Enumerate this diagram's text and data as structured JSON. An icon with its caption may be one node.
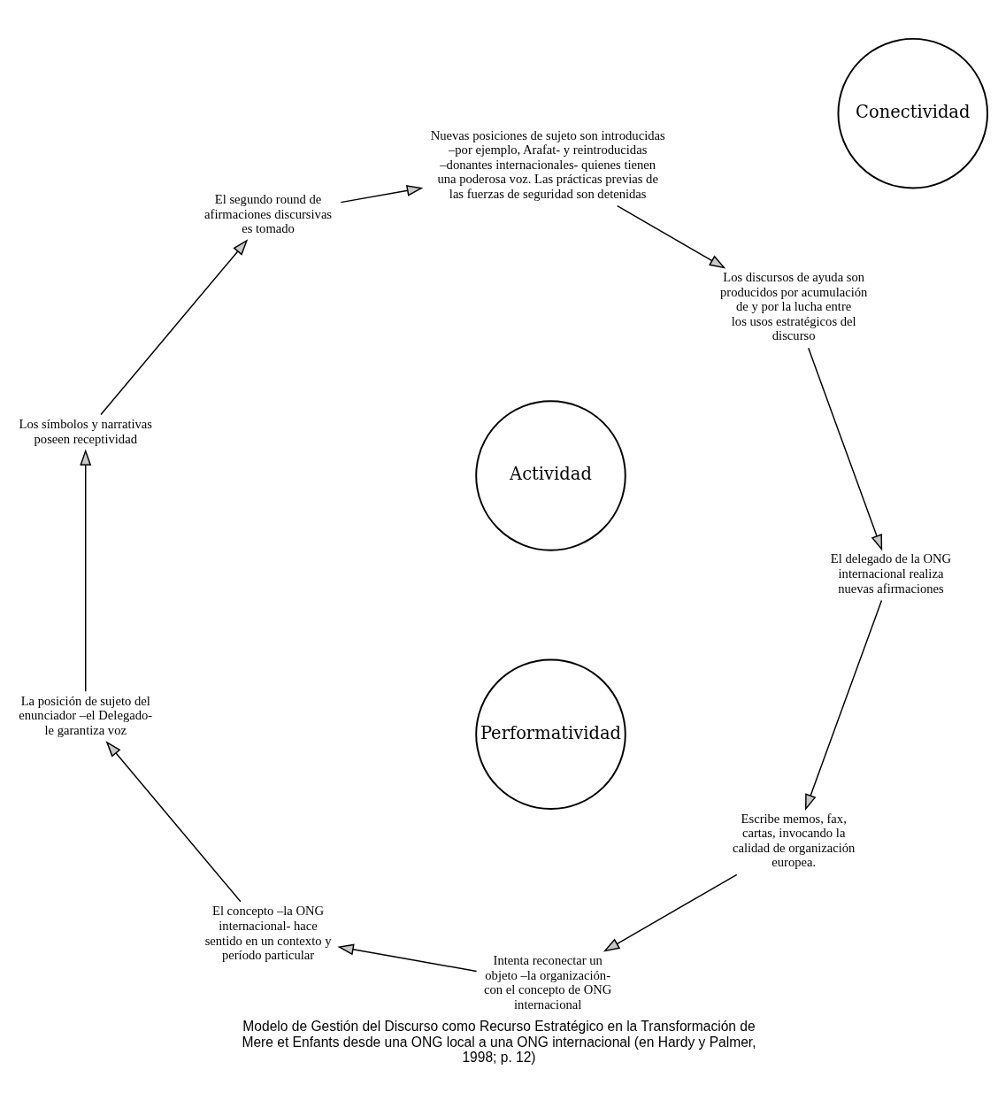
{
  "diagram": {
    "caption": "Modelo de Gestión del Discurso como Recurso Estratégico en la Transformación de Mere et Enfants desde una ONG local a una ONG internacional (en Hardy y Palmer, 1998; p. 12)",
    "nodes": [
      {
        "text": [
          "Escribe memos, fax, cartas, invocando la calidad de organización europea."
        ]
      },
      {
        "text": [
          "El concepto –la ONG internacional- hace sentido en un contexto y período particular"
        ]
      },
      {
        "text": [
          "Intenta reconectar un objeto –la organización- con el concepto de ONG internacional"
        ]
      },
      {
        "text": [
          "Actividad"
        ]
      },
      {
        "text": [
          "Performatividad"
        ]
      },
      {
        "text": [
          "El delegado de la ONG internacional realiza nuevas afirmaciones"
        ]
      },
      {
        "text": [
          "La posición de sujeto del enunciador –el Delegado- le garantiza voz"
        ]
      },
      {
        "text": [
          "Los símbolos y narrativas poseen receptividad"
        ]
      },
      {
        "text": [
          "Los discursos de ayuda son producidos por acumulación de y por la lucha entre los usos estratégicos del discurso"
        ]
      },
      {
        "text": [
          "El segundo round de afirmaciones discursivas es tomado"
        ]
      },
      {
        "text": [
          "Conectividad"
        ]
      },
      {
        "text": [
          "Nuevas posiciones de sujeto son introducidas –por ejemplo, Arafat- y reintroducidas –donantes internacionales- quienes tienen una poderosa voz. Las prácticas previas de las fuerzas de seguridad son detenidas"
        ]
      }
    ],
    "edges": [
      {
        "from": 0,
        "to": 2,
        "arrow": "to"
      },
      {
        "from": 2,
        "to": 1,
        "arrow": "to"
      },
      {
        "from": 1,
        "to": 6,
        "arrow": "to"
      },
      {
        "from": 6,
        "to": 7,
        "arrow": "to"
      },
      {
        "from": 7,
        "to": 9,
        "arrow": "to"
      },
      {
        "from": 9,
        "to": 11,
        "arrow": "to"
      },
      {
        "from": 11,
        "to": 8,
        "arrow": "to"
      },
      {
        "from": 8,
        "to": 5,
        "arrow": "to"
      },
      {
        "from": 5,
        "to": 0,
        "arrow": "to"
      }
    ]
  }
}
